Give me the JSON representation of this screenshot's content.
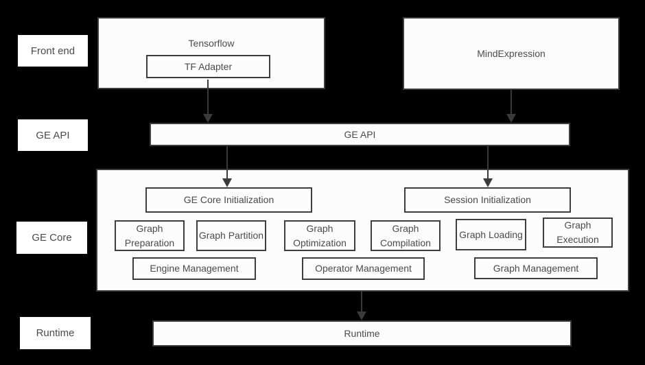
{
  "side_labels": {
    "front_end": "Front end",
    "ge_api": "GE API",
    "ge_core": "GE Core",
    "runtime": "Runtime"
  },
  "front_end": {
    "tensorflow_title": "Tensorflow",
    "tf_adapter": "TF Adapter",
    "mind_expression": "MindExpression"
  },
  "ge_api_bar": "GE API",
  "ge_core": {
    "ge_core_initialization": "GE Core Initialization",
    "session_initialization": "Session Initialization",
    "modules": [
      "Graph Preparation",
      "Graph Partition",
      "Graph Optimization",
      "Graph Compilation",
      "Graph Loading",
      "Graph Execution"
    ],
    "management": [
      "Engine Management",
      "Operator Management",
      "Graph Management"
    ]
  },
  "runtime_bar": "Runtime",
  "colors": {
    "background": "#000000",
    "box_fill": "#fcfcfc",
    "box_border": "#3d3d3d",
    "text": "#4a4a4a",
    "arrow": "#3a3a3a"
  }
}
